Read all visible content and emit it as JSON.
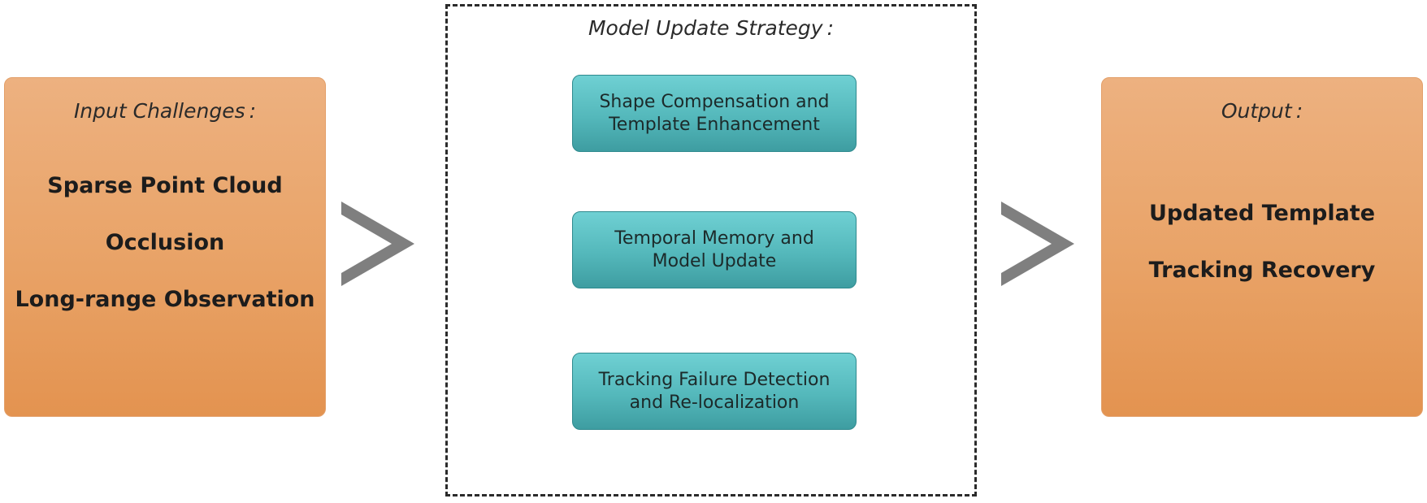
{
  "input": {
    "heading": "Input Challenges :",
    "items": [
      "Sparse Point Cloud",
      "Occlusion",
      "Long-range Observation"
    ]
  },
  "strategy": {
    "title": "Model Update Strategy :",
    "modules": [
      "Shape Compensation and\nTemplate Enhancement",
      "Temporal Memory and\nModel Update",
      "Tracking Failure Detection\nand Re-localization"
    ]
  },
  "output": {
    "heading": "Output :",
    "items": [
      "Updated Template",
      "Tracking Recovery"
    ]
  },
  "colors": {
    "orange_box": "#e9a469",
    "teal_module": "#54b8bb",
    "chevron": "#7f7f7f",
    "dashed_frame": "#2b2b2b"
  },
  "icons": {
    "flow_arrow": "chevron-right-icon"
  }
}
